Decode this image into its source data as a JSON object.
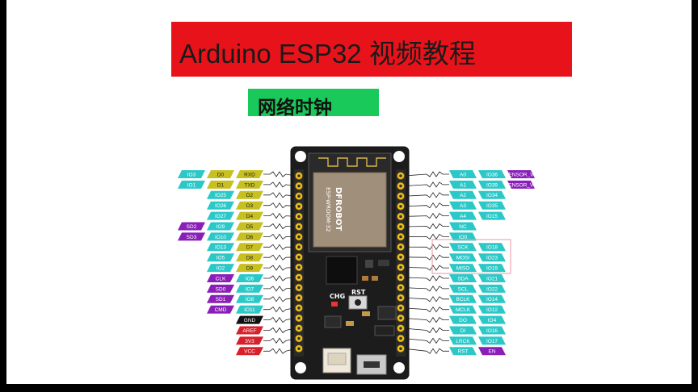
{
  "title": "Arduino ESP32 视频教程",
  "subtitle": "网络时钟",
  "colors": {
    "title_bg": "#e8131a",
    "subtitle_bg": "#19c95a",
    "cyan": "#2cc8c8",
    "yellow": "#c8c020",
    "purple": "#8a1fb8",
    "red": "#d8202a",
    "black": "#111111",
    "board": "#1c1c1c",
    "pcb_edge": "#f0c020"
  },
  "left_pins": [
    [
      {
        "t": "IO3",
        "c": "cyan"
      },
      {
        "t": "D0",
        "c": "yellow"
      },
      {
        "t": "RXD",
        "c": "yellow"
      }
    ],
    [
      {
        "t": "IO1",
        "c": "cyan"
      },
      {
        "t": "D1",
        "c": "yellow"
      },
      {
        "t": "TXD",
        "c": "yellow"
      }
    ],
    [
      {
        "t": "IO25",
        "c": "cyan"
      },
      {
        "t": "D2",
        "c": "yellow"
      }
    ],
    [
      {
        "t": "IO26",
        "c": "cyan"
      },
      {
        "t": "D3",
        "c": "yellow"
      }
    ],
    [
      {
        "t": "IO27",
        "c": "cyan"
      },
      {
        "t": "D4",
        "c": "yellow"
      }
    ],
    [
      {
        "t": "SD2",
        "c": "purple"
      },
      {
        "t": "IO9",
        "c": "cyan"
      },
      {
        "t": "D5",
        "c": "yellow"
      }
    ],
    [
      {
        "t": "SD3",
        "c": "purple"
      },
      {
        "t": "IO10",
        "c": "cyan"
      },
      {
        "t": "D6",
        "c": "yellow"
      }
    ],
    [
      {
        "t": "IO13",
        "c": "cyan"
      },
      {
        "t": "D7",
        "c": "yellow"
      }
    ],
    [
      {
        "t": "IO5",
        "c": "cyan"
      },
      {
        "t": "D8",
        "c": "yellow"
      }
    ],
    [
      {
        "t": "IO2",
        "c": "cyan"
      },
      {
        "t": "D9",
        "c": "yellow"
      }
    ],
    [
      {
        "t": "CLK",
        "c": "purple"
      },
      {
        "t": "IO6",
        "c": "cyan"
      }
    ],
    [
      {
        "t": "SD0",
        "c": "purple"
      },
      {
        "t": "IO7",
        "c": "cyan"
      }
    ],
    [
      {
        "t": "SD1",
        "c": "purple"
      },
      {
        "t": "IO8",
        "c": "cyan"
      }
    ],
    [
      {
        "t": "CMD",
        "c": "purple"
      },
      {
        "t": "IO11",
        "c": "cyan"
      }
    ],
    [
      {
        "t": "GND",
        "c": "black"
      }
    ],
    [
      {
        "t": "AREF",
        "c": "red"
      }
    ],
    [
      {
        "t": "3V3",
        "c": "red"
      }
    ],
    [
      {
        "t": "VCC",
        "c": "red"
      }
    ]
  ],
  "right_pins": [
    [
      {
        "t": "A0",
        "c": "cyan"
      },
      {
        "t": "IO36",
        "c": "cyan"
      },
      {
        "t": "SENSOR_VP",
        "c": "purple"
      }
    ],
    [
      {
        "t": "A1",
        "c": "cyan"
      },
      {
        "t": "IO39",
        "c": "cyan"
      },
      {
        "t": "SENSOR_VN",
        "c": "purple"
      }
    ],
    [
      {
        "t": "A2",
        "c": "cyan"
      },
      {
        "t": "IO34",
        "c": "cyan"
      }
    ],
    [
      {
        "t": "A3",
        "c": "cyan"
      },
      {
        "t": "IO35",
        "c": "cyan"
      }
    ],
    [
      {
        "t": "A4",
        "c": "cyan"
      },
      {
        "t": "IO15",
        "c": "cyan"
      }
    ],
    [
      {
        "t": "NC",
        "c": "cyan"
      }
    ],
    [
      {
        "t": "IO0",
        "c": "cyan"
      }
    ],
    [
      {
        "t": "SCK",
        "c": "cyan"
      },
      {
        "t": "IO18",
        "c": "cyan"
      }
    ],
    [
      {
        "t": "MOSI",
        "c": "cyan"
      },
      {
        "t": "IO23",
        "c": "cyan"
      }
    ],
    [
      {
        "t": "MISO",
        "c": "cyan"
      },
      {
        "t": "IO19",
        "c": "cyan"
      }
    ],
    [
      {
        "t": "SDA",
        "c": "cyan"
      },
      {
        "t": "IO21",
        "c": "cyan"
      }
    ],
    [
      {
        "t": "SCL",
        "c": "cyan"
      },
      {
        "t": "IO22",
        "c": "cyan"
      }
    ],
    [
      {
        "t": "BCLK",
        "c": "cyan"
      },
      {
        "t": "IO14",
        "c": "cyan"
      }
    ],
    [
      {
        "t": "MCLK",
        "c": "cyan"
      },
      {
        "t": "IO12",
        "c": "cyan"
      }
    ],
    [
      {
        "t": "DO",
        "c": "cyan"
      },
      {
        "t": "IO4",
        "c": "cyan"
      }
    ],
    [
      {
        "t": "DI",
        "c": "cyan"
      },
      {
        "t": "IO16",
        "c": "cyan"
      }
    ],
    [
      {
        "t": "LRCK",
        "c": "cyan"
      },
      {
        "t": "IO17",
        "c": "cyan"
      }
    ],
    [
      {
        "t": "RST",
        "c": "cyan"
      },
      {
        "t": "EN",
        "c": "purple"
      }
    ]
  ],
  "board": {
    "brand": "DFROBOT",
    "module": "ESP-WROOM-32",
    "chg_label": "CHG",
    "rst_label": "RST"
  }
}
